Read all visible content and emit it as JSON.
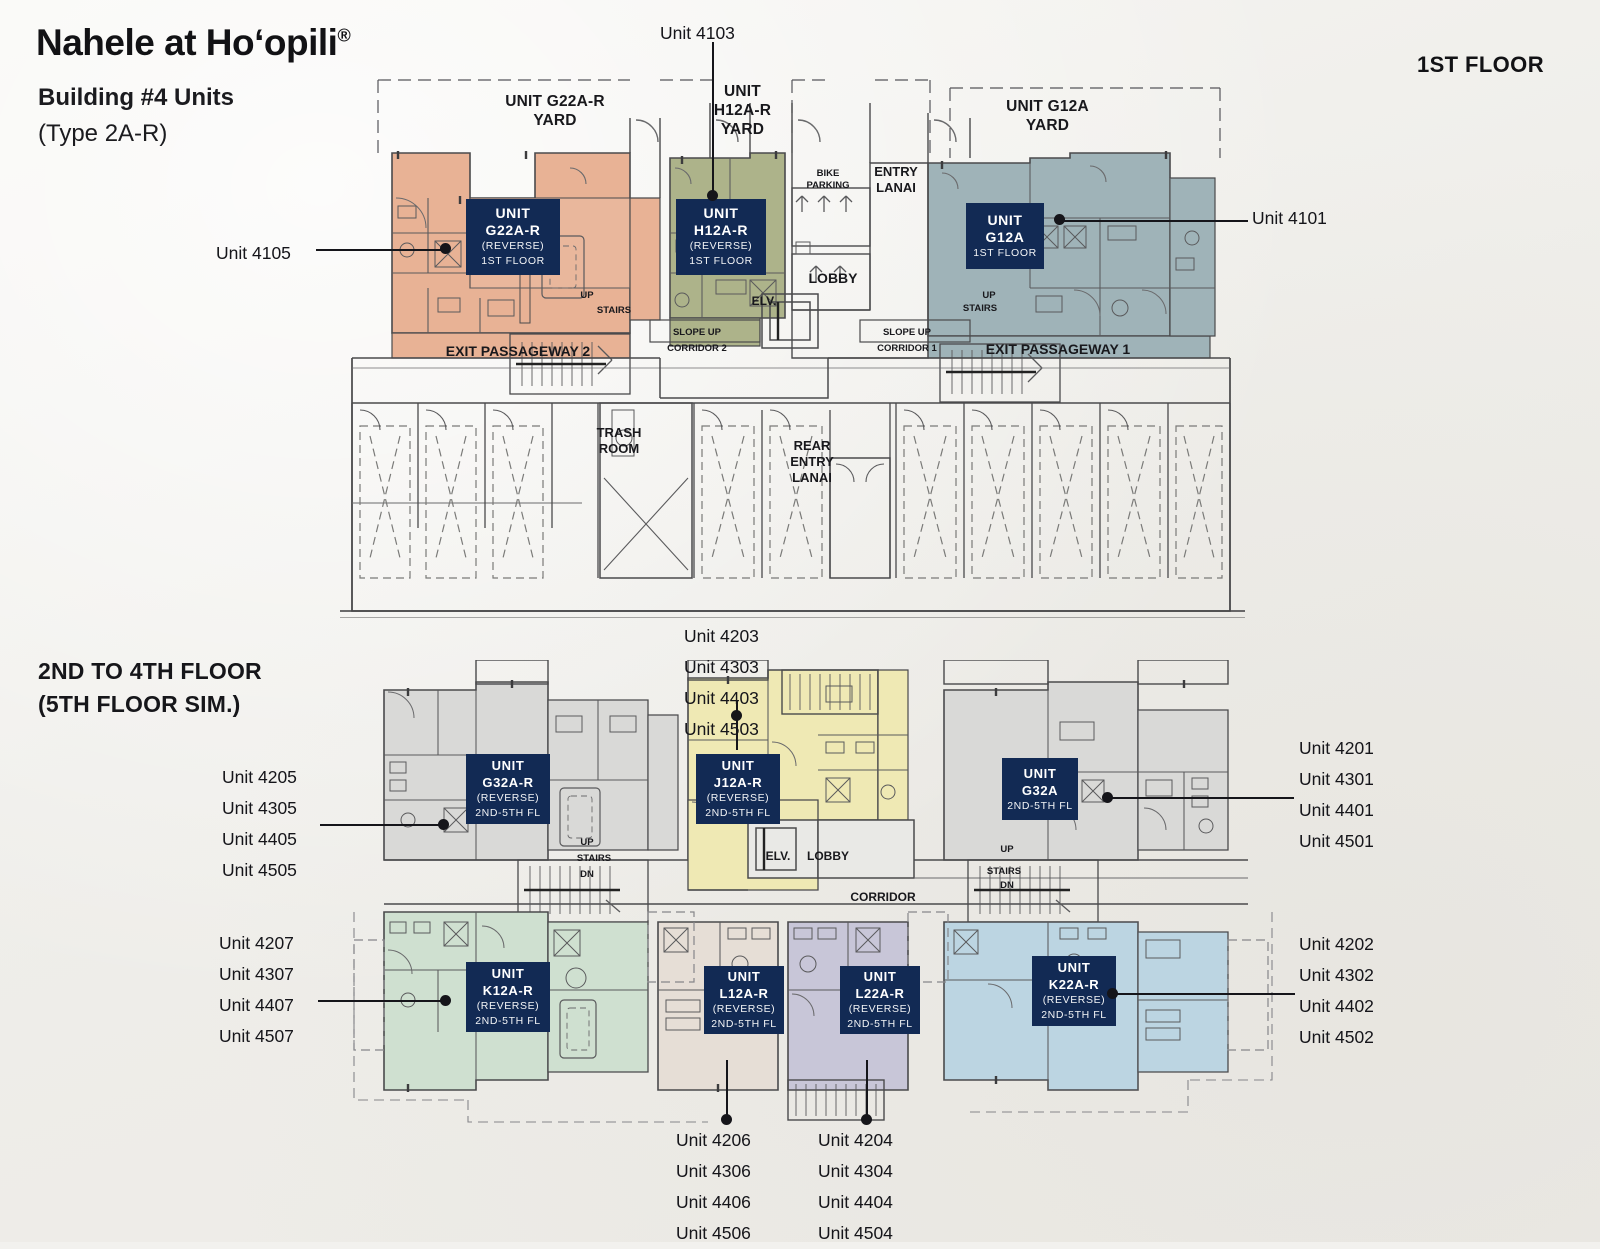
{
  "header": {
    "title": "Nahele at Hoʻopili",
    "registered_mark": "®",
    "subtitle_1": "Building #4 Units",
    "subtitle_2": "(Type 2A-R)",
    "floor_tag": "1ST FLOOR"
  },
  "section2": {
    "heading_line1": "2ND TO 4TH FLOOR",
    "heading_line2": "(5TH FLOOR SIM.)"
  },
  "colors": {
    "badge_navy": "#122a54",
    "unit_salmon": "#e8b295",
    "unit_olive": "#adb38a",
    "unit_bluegray": "#9fb3b8",
    "unit_gray": "#d9d9d7",
    "unit_yellow": "#efe9b4",
    "unit_mint": "#cfe0d0",
    "unit_lightblue": "#bcd5e2",
    "unit_lavender": "#c8c6d8",
    "unit_beige": "#e6ded6",
    "ink": "#15151a",
    "paper": "#f2f1ee"
  },
  "floor1": {
    "badges": [
      {
        "id": "g22a-r",
        "line1": "UNIT",
        "line2": "G22A-R",
        "line3": "(REVERSE)",
        "line4": "1ST FLOOR"
      },
      {
        "id": "h12a-r",
        "line1": "UNIT",
        "line2": "H12A-R",
        "line3": "(REVERSE)",
        "line4": "1ST FLOOR"
      },
      {
        "id": "g12a",
        "line1": "UNIT",
        "line2": "G12A",
        "line3": "",
        "line4": "1ST FLOOR"
      }
    ],
    "plan_labels": [
      {
        "id": "yard-g22a-r",
        "text": "UNIT G22A-R\nYARD"
      },
      {
        "id": "yard-h12a-r",
        "text": "UNIT\nH12A-R\nYARD"
      },
      {
        "id": "yard-g12a",
        "text": "UNIT G12A\nYARD"
      },
      {
        "id": "bike-parking",
        "text": "BIKE\nPARKING"
      },
      {
        "id": "entry-lanai",
        "text": "ENTRY\nLANAI"
      },
      {
        "id": "lobby",
        "text": "LOBBY"
      },
      {
        "id": "elevator",
        "text": "ELV."
      },
      {
        "id": "stairs-left",
        "text": "STAIRS"
      },
      {
        "id": "stairs-left-up",
        "text": "UP"
      },
      {
        "id": "stairs-right",
        "text": "STAIRS"
      },
      {
        "id": "stairs-right-up",
        "text": "UP"
      },
      {
        "id": "exit-passageway-2",
        "text": "EXIT PASSAGEWAY 2"
      },
      {
        "id": "exit-passageway-1",
        "text": "EXIT PASSAGEWAY 1"
      },
      {
        "id": "corridor-2",
        "text": "CORRIDOR 2"
      },
      {
        "id": "corridor-2-slope",
        "text": "SLOPE  UP"
      },
      {
        "id": "corridor-1",
        "text": "CORRIDOR 1"
      },
      {
        "id": "corridor-1-slope",
        "text": "SLOPE  UP"
      },
      {
        "id": "trash-room",
        "text": "TRASH\nROOM"
      },
      {
        "id": "rear-entry-lanai",
        "text": "REAR\nENTRY\nLANAI"
      }
    ],
    "callouts": [
      {
        "id": "unit-4105",
        "units": [
          "Unit 4105"
        ],
        "side": "left"
      },
      {
        "id": "unit-4103",
        "units": [
          "Unit 4103"
        ],
        "side": "top"
      },
      {
        "id": "unit-4101",
        "units": [
          "Unit 4101"
        ],
        "side": "right"
      }
    ]
  },
  "floor2": {
    "badges": [
      {
        "id": "g32a-r",
        "line1": "UNIT",
        "line2": "G32A-R",
        "line3": "(REVERSE)",
        "line4": "2ND-5TH FL"
      },
      {
        "id": "j12a-r",
        "line1": "UNIT",
        "line2": "J12A-R",
        "line3": "(REVERSE)",
        "line4": "2ND-5TH FL"
      },
      {
        "id": "g32a",
        "line1": "UNIT",
        "line2": "G32A",
        "line3": "",
        "line4": "2ND-5TH FL"
      },
      {
        "id": "k12a-r",
        "line1": "UNIT",
        "line2": "K12A-R",
        "line3": "(REVERSE)",
        "line4": "2ND-5TH FL"
      },
      {
        "id": "l12a-r",
        "line1": "UNIT",
        "line2": "L12A-R",
        "line3": "(REVERSE)",
        "line4": "2ND-5TH FL"
      },
      {
        "id": "l22a-r",
        "line1": "UNIT",
        "line2": "L22A-R",
        "line3": "(REVERSE)",
        "line4": "2ND-5TH FL"
      },
      {
        "id": "k22a-r",
        "line1": "UNIT",
        "line2": "K22A-R",
        "line3": "(REVERSE)",
        "line4": "2ND-5TH FL"
      }
    ],
    "plan_labels": [
      {
        "id": "elevator",
        "text": "ELV."
      },
      {
        "id": "lobby",
        "text": "LOBBY"
      },
      {
        "id": "corridor",
        "text": "CORRIDOR"
      },
      {
        "id": "stairs-left",
        "text": "STAIRS"
      },
      {
        "id": "stairs-left-up",
        "text": "UP"
      },
      {
        "id": "stairs-left-dn",
        "text": "DN"
      },
      {
        "id": "stairs-right",
        "text": "STAIRS"
      },
      {
        "id": "stairs-right-up",
        "text": "UP"
      },
      {
        "id": "stairs-right-dn",
        "text": "DN"
      }
    ],
    "callouts": [
      {
        "id": "stack-05",
        "units": [
          "Unit 4205",
          "Unit 4305",
          "Unit 4405",
          "Unit 4505"
        ],
        "side": "left"
      },
      {
        "id": "stack-07",
        "units": [
          "Unit 4207",
          "Unit 4307",
          "Unit 4407",
          "Unit 4507"
        ],
        "side": "left"
      },
      {
        "id": "stack-03",
        "units": [
          "Unit 4203",
          "Unit 4303",
          "Unit 4403",
          "Unit 4503"
        ],
        "side": "top"
      },
      {
        "id": "stack-01",
        "units": [
          "Unit 4201",
          "Unit 4301",
          "Unit 4401",
          "Unit 4501"
        ],
        "side": "right"
      },
      {
        "id": "stack-02",
        "units": [
          "Unit 4202",
          "Unit 4302",
          "Unit 4402",
          "Unit 4502"
        ],
        "side": "right"
      },
      {
        "id": "stack-06",
        "units": [
          "Unit 4206",
          "Unit 4306",
          "Unit 4406",
          "Unit 4506"
        ],
        "side": "bottom"
      },
      {
        "id": "stack-04",
        "units": [
          "Unit 4204",
          "Unit 4304",
          "Unit 4404",
          "Unit 4504"
        ],
        "side": "bottom"
      }
    ]
  }
}
